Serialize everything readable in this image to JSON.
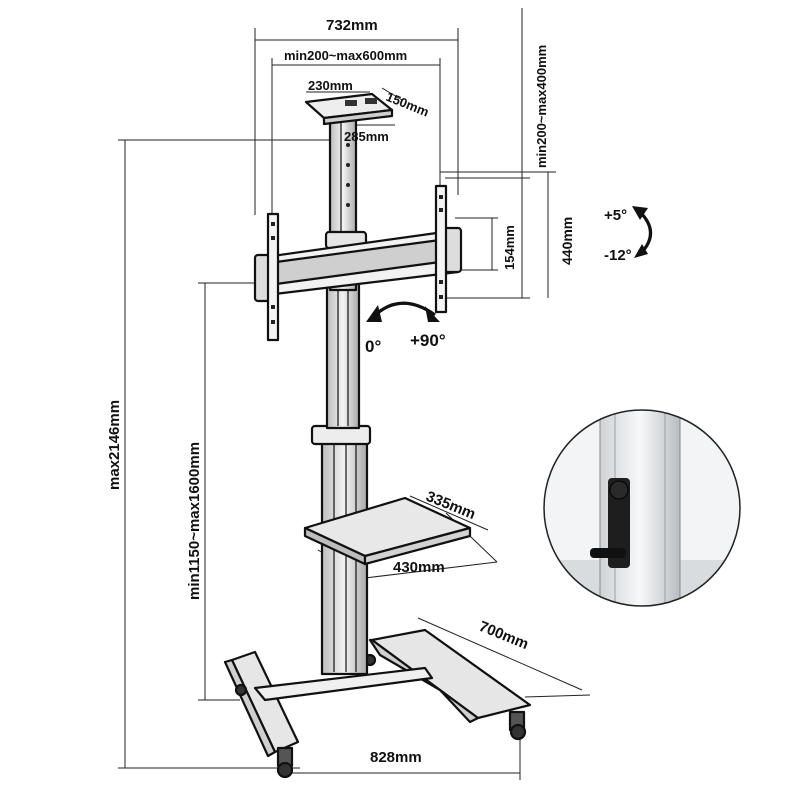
{
  "dimensions": {
    "overall_width": "732mm",
    "vesa_range": "min200~max600mm",
    "plate_width": "230mm",
    "plate_depth": "150mm",
    "plate_length": "285mm",
    "vertical_vesa": "min200~max400mm",
    "bracket_height": "440mm",
    "bracket_inner": "154mm",
    "tilt_up": "+5°",
    "tilt_down": "-12°",
    "rotate_start": "0°",
    "rotate_end": "+90°",
    "max_height": "max2146mm",
    "height_range": "min1150~max1600mm",
    "shelf_depth": "335mm",
    "shelf_width": "430mm",
    "base_depth": "700mm",
    "base_width": "828mm"
  },
  "colors": {
    "line": "#111111",
    "background": "#ffffff",
    "pole_fill": "#d9d9d9",
    "shelf_fill": "#e8e8e8",
    "inset_bg": "#eeeeee"
  }
}
